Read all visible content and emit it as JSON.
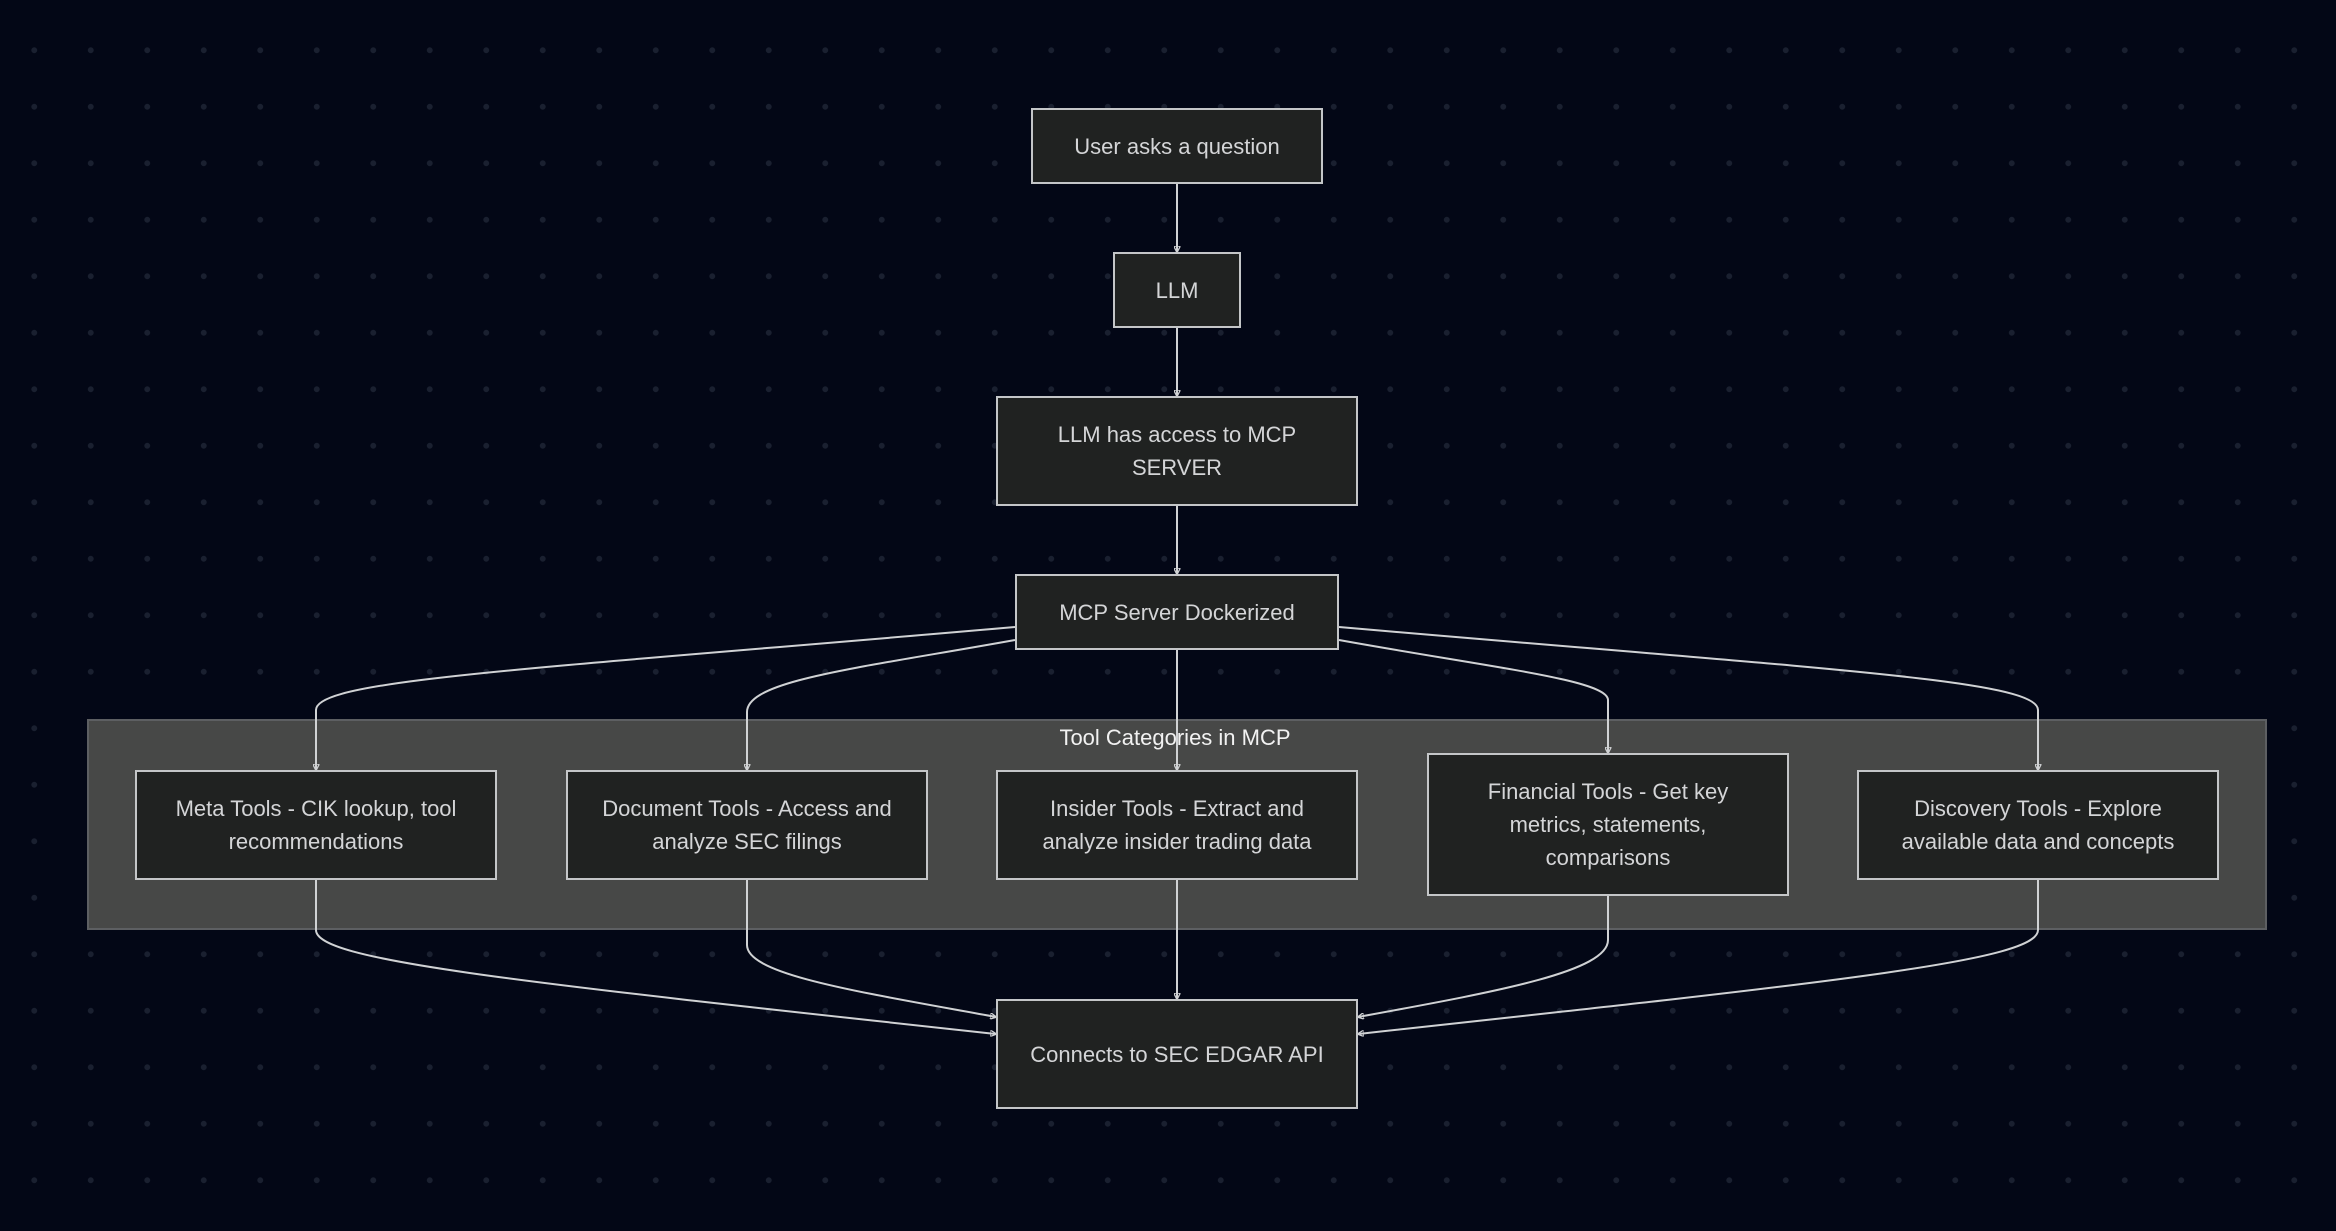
{
  "nodes": {
    "user_question": "User asks a question",
    "llm": "LLM",
    "llm_access": "LLM has access to MCP SERVER",
    "mcp_docker": "MCP Server Dockerized",
    "meta_tools": "Meta Tools - CIK lookup, tool recommendations",
    "document_tools": "Document Tools - Access and analyze SEC filings",
    "insider_tools": "Insider Tools - Extract and analyze insider trading data",
    "financial_tools": "Financial Tools - Get key metrics, statements, comparisons",
    "discovery_tools": "Discovery Tools - Explore available data and concepts",
    "sec_edgar": "Connects to SEC EDGAR API"
  },
  "group": {
    "title": "Tool Categories in MCP Server"
  },
  "colors": {
    "background": "#030716",
    "node_fill": "#202221",
    "node_border": "#c4c6c8",
    "group_fill": "#474847",
    "edge": "#d0d2d4"
  }
}
